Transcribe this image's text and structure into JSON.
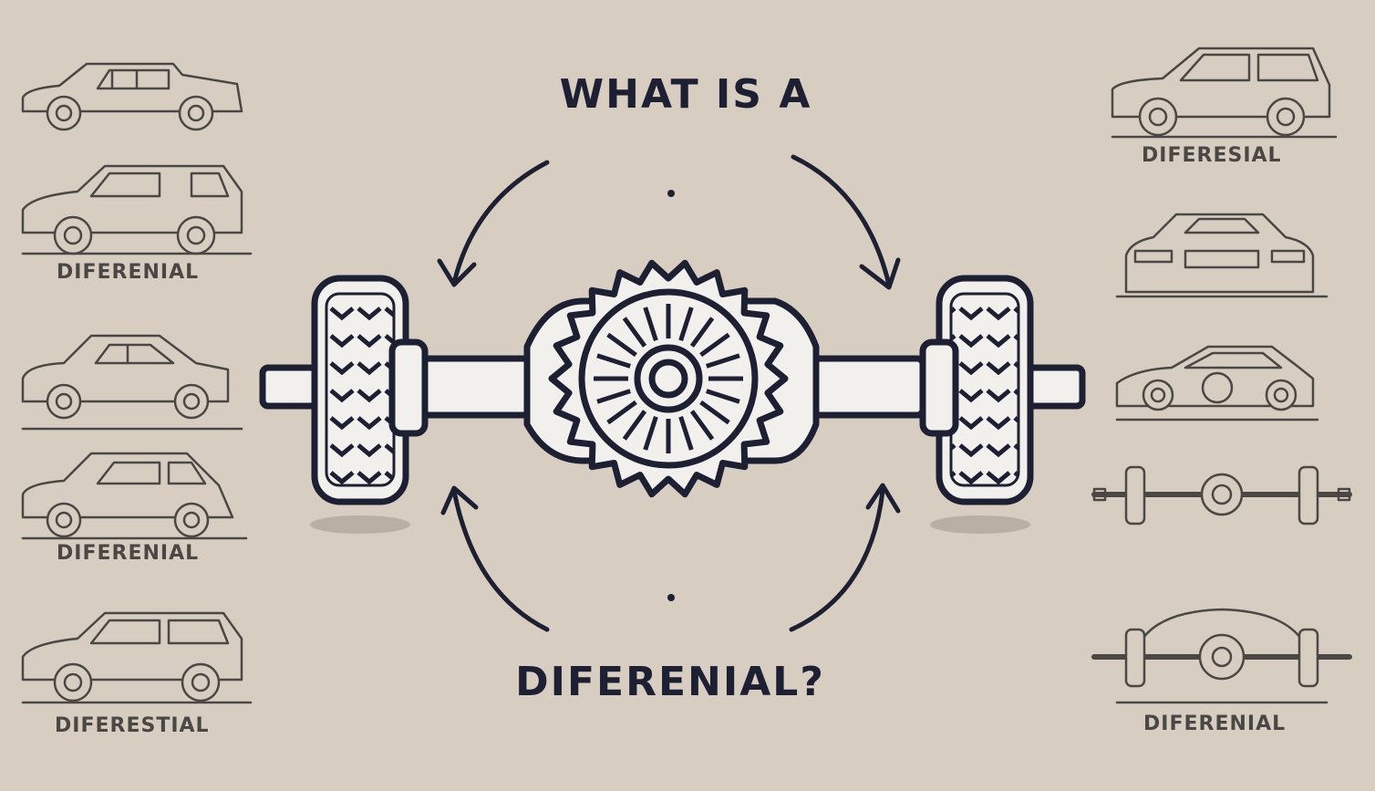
{
  "title": {
    "top": "WHAT IS A",
    "bottom": "DIFERENIAL?"
  },
  "colors": {
    "background": "#d7cdc1",
    "ink": "#1d1f33",
    "sketch": "#4a4745"
  },
  "left_column": [
    {
      "icon": "station-wagon-icon",
      "label": ""
    },
    {
      "icon": "suv-icon",
      "label": "DIFERENIAL"
    },
    {
      "icon": "hatchback-icon",
      "label": ""
    },
    {
      "icon": "hatchback-icon",
      "label": "DIFERENIAL"
    },
    {
      "icon": "suv-icon",
      "label": "DIFERESTIAL"
    }
  ],
  "right_column": [
    {
      "icon": "suv-icon",
      "label": "DIFERESIAL"
    },
    {
      "icon": "sports-car-front-icon",
      "label": ""
    },
    {
      "icon": "coupe-icon",
      "label": ""
    },
    {
      "icon": "axle-icon",
      "label": ""
    },
    {
      "icon": "chassis-axle-icon",
      "label": "DIFERENIAL"
    }
  ],
  "center_icon": "differential-axle-icon",
  "arrows_icon": "circular-arrows-icon"
}
